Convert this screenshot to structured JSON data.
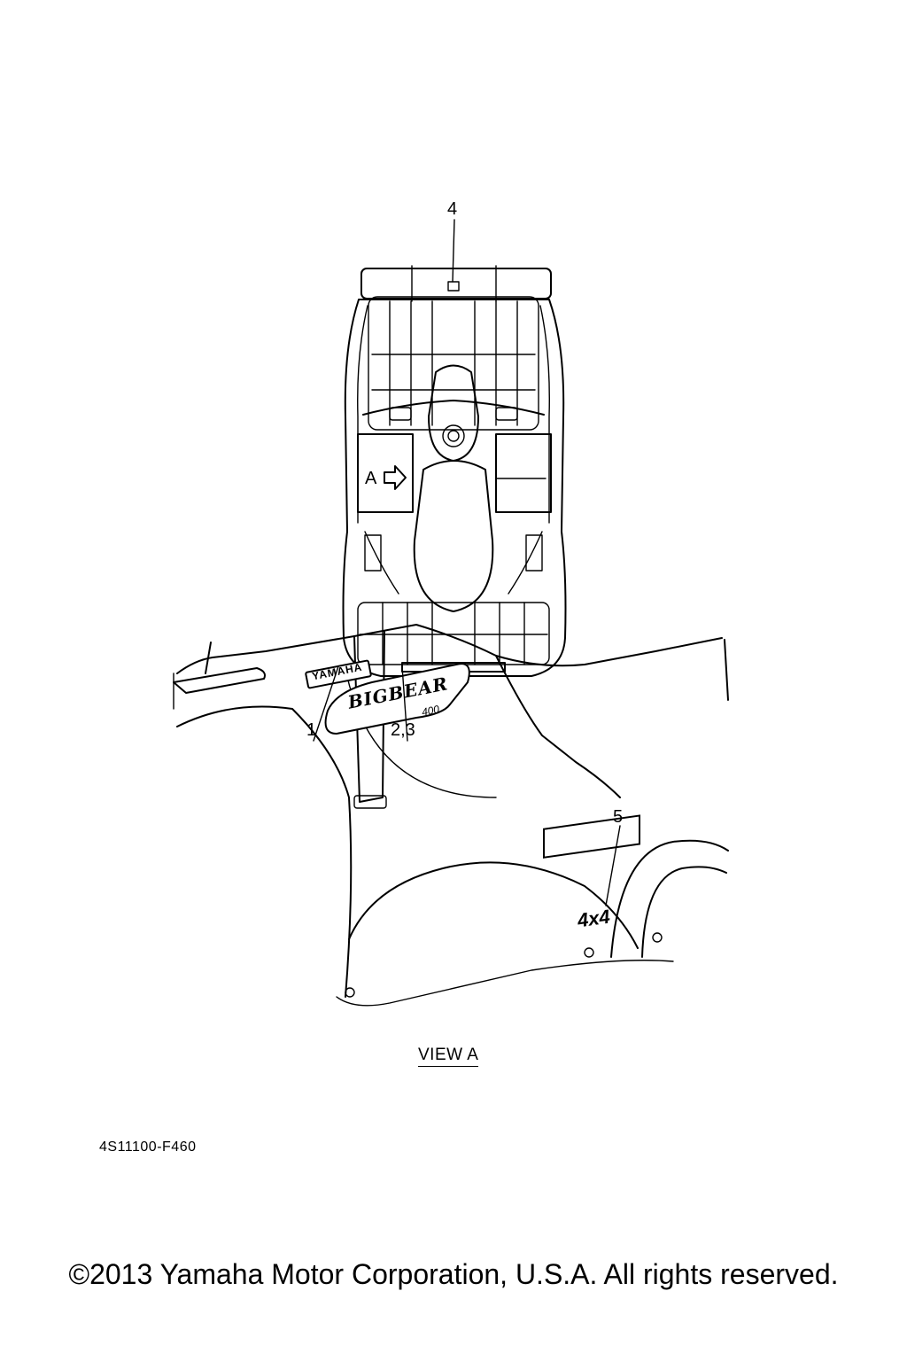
{
  "callouts": {
    "c4": "4",
    "c1": "1",
    "c23": "2,3",
    "c5": "5",
    "view_marker": "A"
  },
  "decals": {
    "yamaha": "YAMAHA",
    "bigbear": "BIGBEAR",
    "model": "400",
    "fourbyfour": "4x4"
  },
  "view_label": "VIEW A",
  "part_code": "4S11100-F460",
  "copyright": "©2013 Yamaha Motor Corporation, U.S.A. All rights reserved."
}
